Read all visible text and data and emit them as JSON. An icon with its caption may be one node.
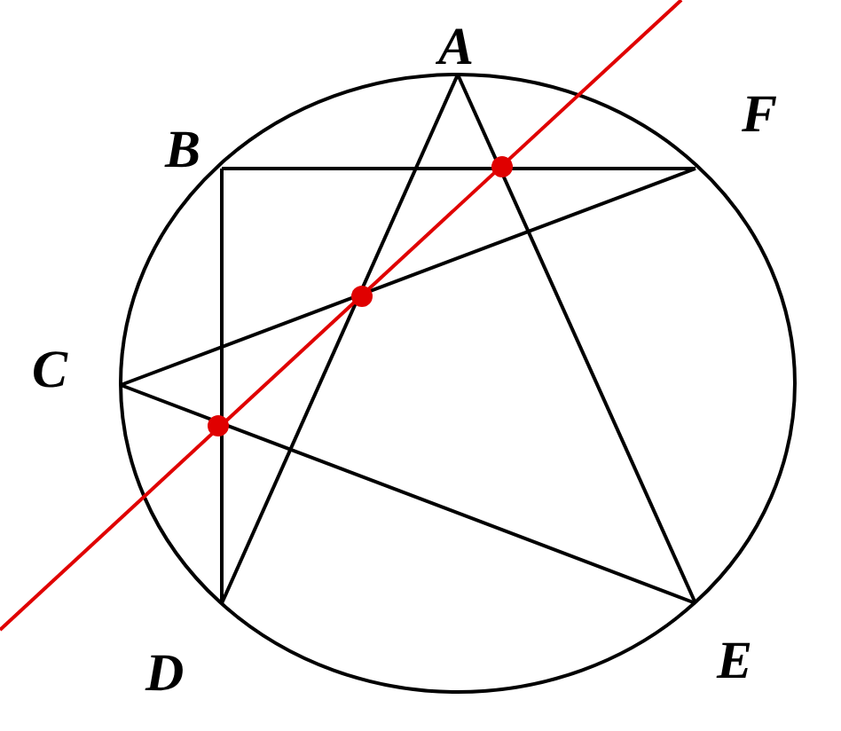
{
  "diagram": {
    "nodes": [
      {
        "text": [
          "A"
        ]
      },
      {
        "text": [
          "B"
        ]
      },
      {
        "text": [
          "F"
        ]
      },
      {
        "text": [
          "C"
        ]
      },
      {
        "text": [
          "D"
        ]
      },
      {
        "text": [
          "E"
        ]
      }
    ],
    "edges": [
      {
        "from": 0,
        "to": 4,
        "arrow": "none"
      },
      {
        "from": 0,
        "to": 5,
        "arrow": "none"
      },
      {
        "from": 1,
        "to": 2,
        "arrow": "none"
      },
      {
        "from": 1,
        "to": 4,
        "arrow": "none"
      },
      {
        "from": 3,
        "to": 2,
        "arrow": "none"
      },
      {
        "from": 3,
        "to": 5,
        "arrow": "none"
      }
    ]
  }
}
